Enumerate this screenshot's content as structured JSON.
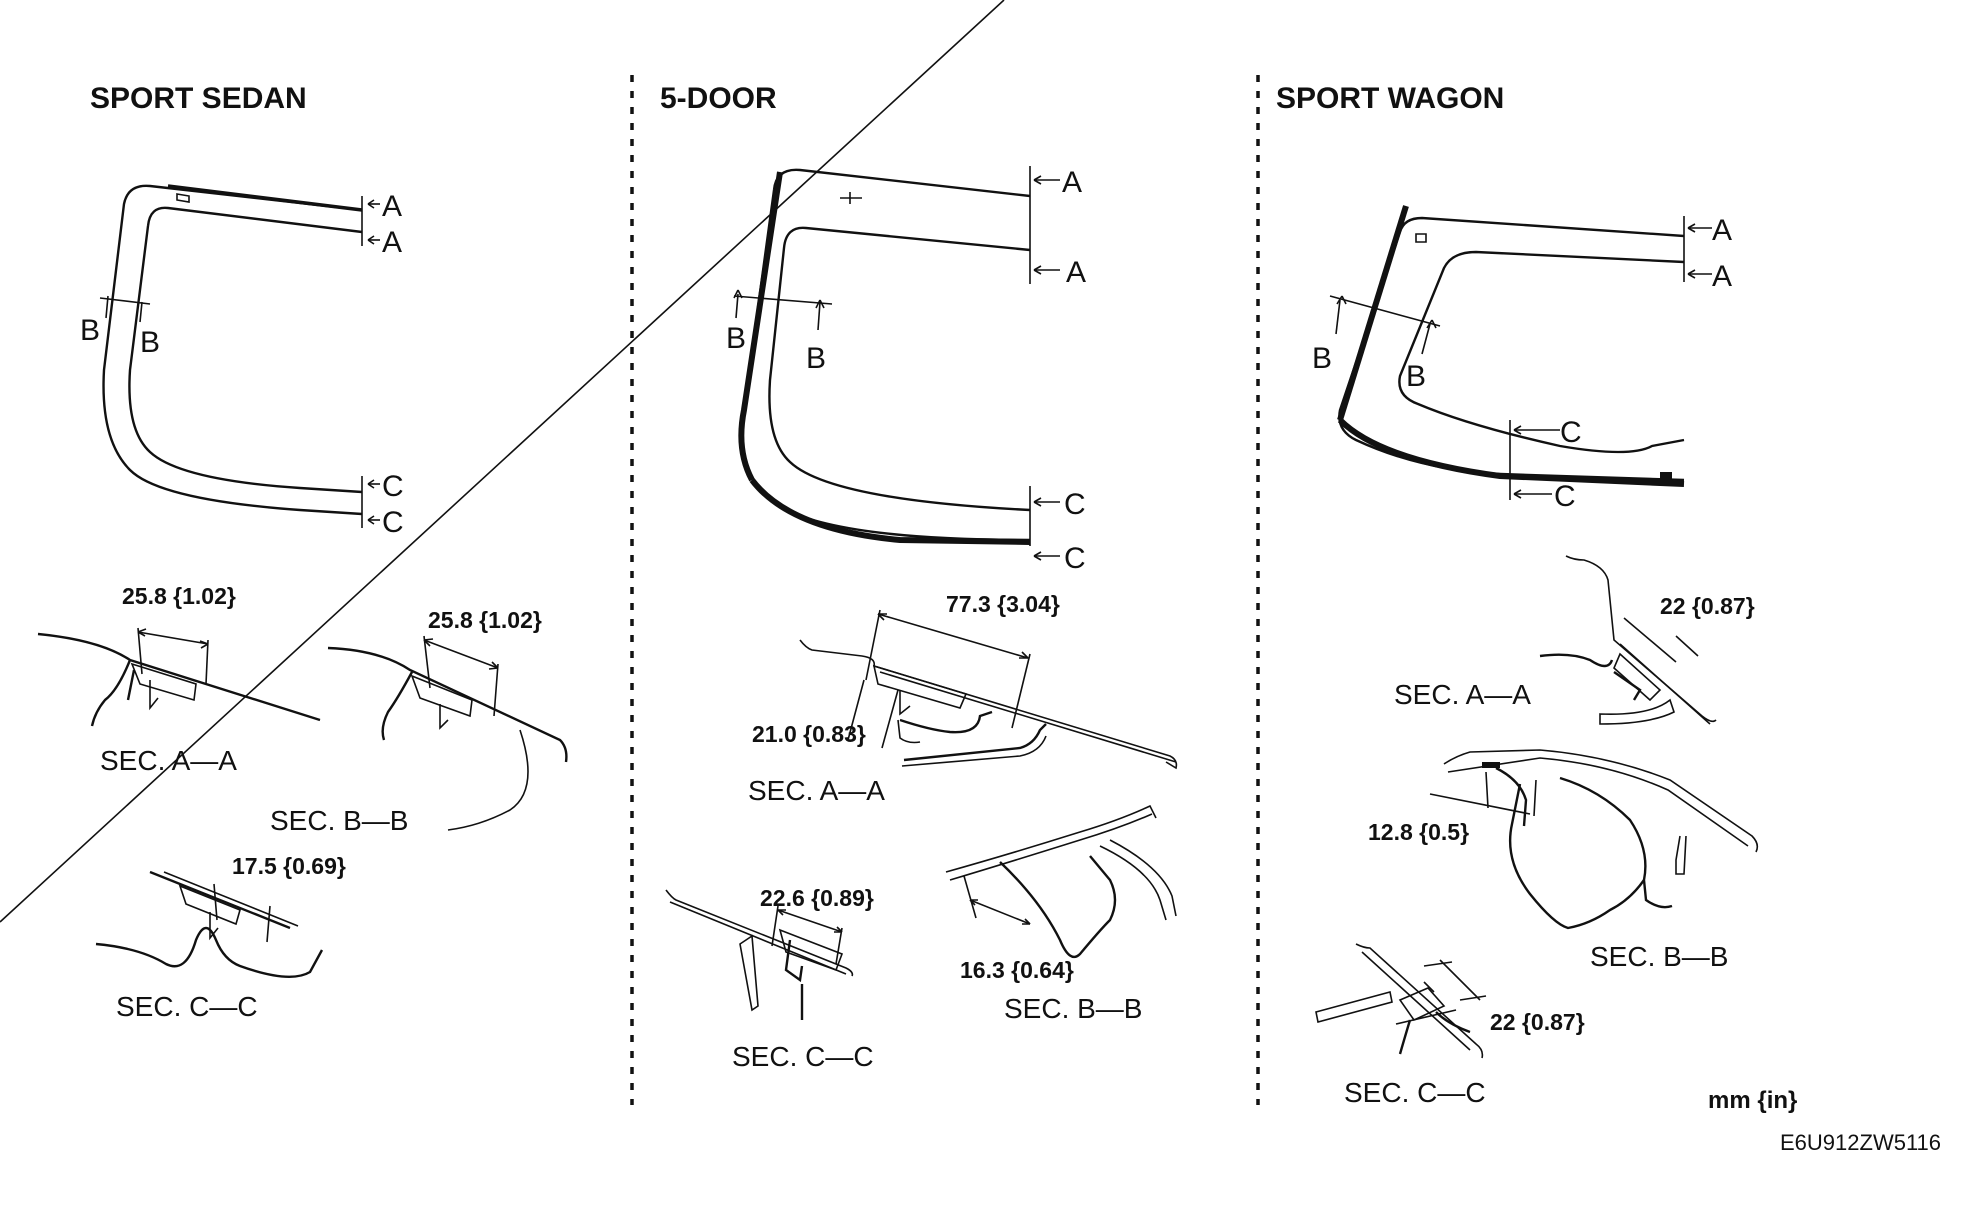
{
  "panels": {
    "sedan": {
      "title": "SPORT SEDAN",
      "marks": [
        "A",
        "A",
        "B",
        "B",
        "C",
        "C"
      ],
      "dims": [
        "25.8 {1.02}",
        "25.8 {1.02}",
        "17.5 {0.69}"
      ],
      "sections": [
        "SEC. A—A",
        "SEC. B—B",
        "SEC. C—C"
      ]
    },
    "door5": {
      "title": "5-DOOR",
      "marks": [
        "A",
        "A",
        "B",
        "B",
        "C",
        "C"
      ],
      "dims": [
        "77.3 {3.04}",
        "21.0 {0.83}",
        "22.6 {0.89}",
        "16.3 {0.64}"
      ],
      "sections": [
        "SEC. A—A",
        "SEC. C—C",
        "SEC. B—B"
      ]
    },
    "wagon": {
      "title": "SPORT WAGON",
      "marks": [
        "A",
        "A",
        "B",
        "B",
        "C",
        "C"
      ],
      "dims": [
        "22 {0.87}",
        "12.8 {0.5}",
        "22 {0.87}"
      ],
      "sections": [
        "SEC. A—A",
        "SEC. B—B",
        "SEC. C—C"
      ]
    }
  },
  "footer": {
    "unit": "mm {in}",
    "code": "E6U912ZW5116"
  }
}
